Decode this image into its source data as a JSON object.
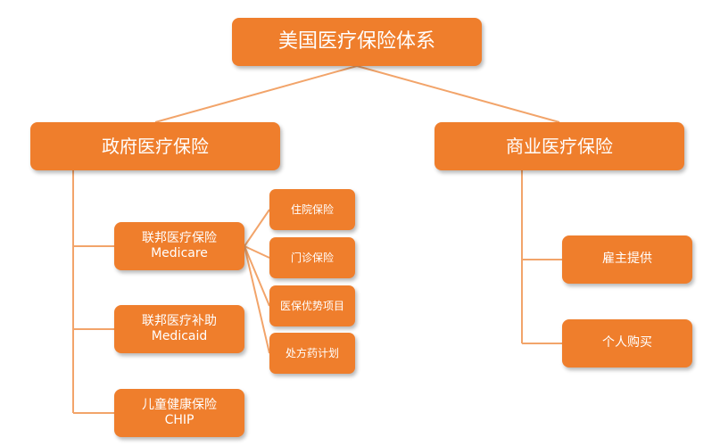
{
  "theme": {
    "box_fill": "#ef7e2c",
    "box_text": "#ffffff",
    "connector_color": "#f2a46a"
  },
  "diagram": {
    "root": {
      "label": "美国医疗保险体系"
    },
    "government": {
      "label": "政府医疗保险",
      "programs": [
        {
          "label": "联邦医疗保险",
          "sub": "Medicare"
        },
        {
          "label": "联邦医疗补助",
          "sub": "Medicaid"
        },
        {
          "label": "儿童健康保险",
          "sub": "CHIP"
        }
      ],
      "medicare_parts": [
        {
          "label": "住院保险"
        },
        {
          "label": "门诊保险"
        },
        {
          "label": "医保优势项目"
        },
        {
          "label": "处方药计划"
        }
      ]
    },
    "commercial": {
      "label": "商业医疗保险",
      "channels": [
        {
          "label": "雇主提供"
        },
        {
          "label": "个人购买"
        }
      ]
    }
  }
}
